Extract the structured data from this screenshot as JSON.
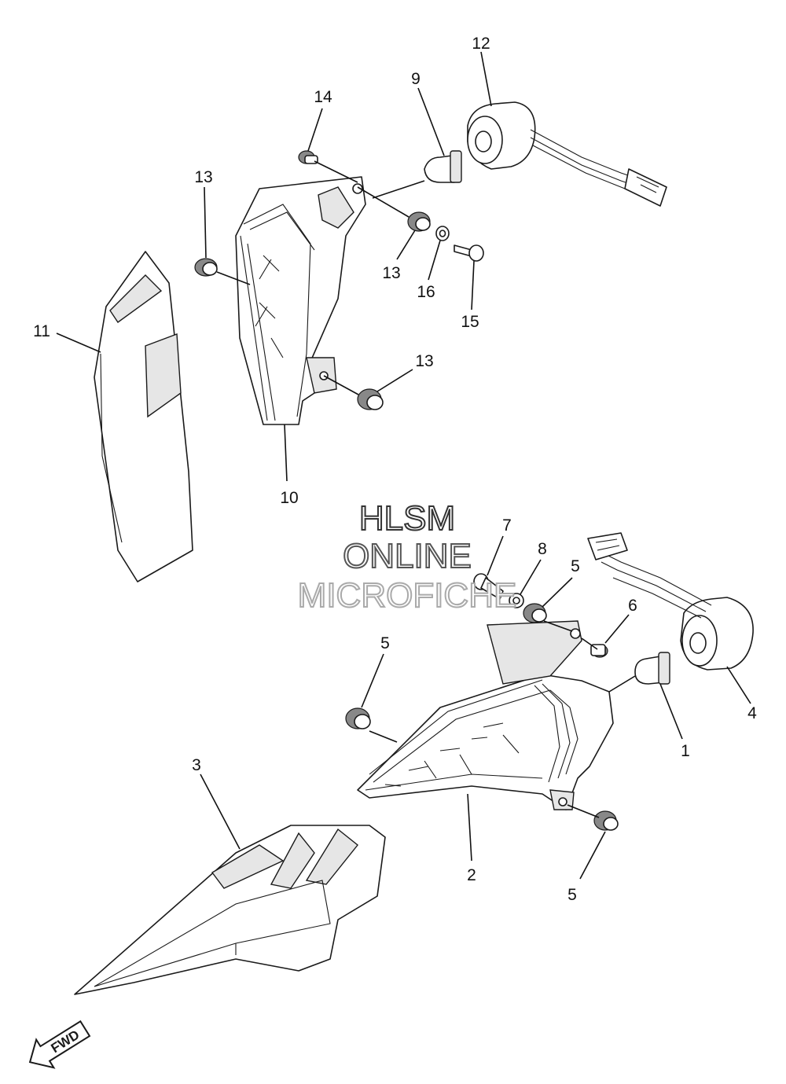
{
  "watermark": {
    "line1": "HLSM",
    "line2": "ONLINE",
    "line3": "MICROFICHE",
    "color1": "#333333",
    "color2": "#555555",
    "color3": "#aaaaaa"
  },
  "fwd_label": "FWD",
  "callouts": {
    "c1": "1",
    "c2": "2",
    "c3": "3",
    "c4": "4",
    "c5a": "5",
    "c5b": "5",
    "c5c": "5",
    "c6": "6",
    "c7": "7",
    "c8": "8",
    "c9": "9",
    "c10": "10",
    "c11": "11",
    "c12": "12",
    "c13a": "13",
    "c13b": "13",
    "c13c": "13",
    "c14": "14",
    "c15": "15",
    "c16": "16"
  }
}
